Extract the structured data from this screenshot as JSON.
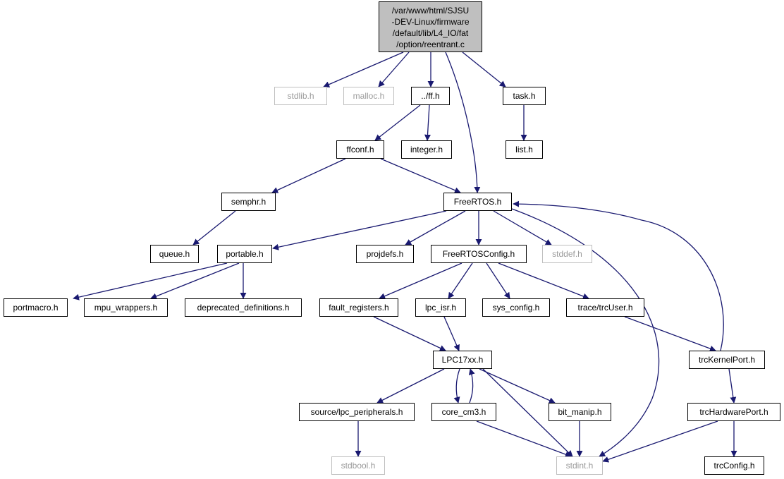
{
  "diagram": {
    "colors": {
      "edge": "#191970",
      "node_border": "#000000",
      "missing_border": "#bfbfbf",
      "missing_text": "#9a9a9a",
      "root_fill": "#bfbfbf"
    },
    "root": {
      "lines": [
        "/var/www/html/SJSU",
        "-DEV-Linux/firmware",
        "/default/lib/L4_IO/fat",
        "/option/reentrant.c"
      ]
    },
    "nodes": {
      "stdlib": "stdlib.h",
      "malloc": "malloc.h",
      "ff": "../ff.h",
      "task": "task.h",
      "ffconf": "ffconf.h",
      "integer": "integer.h",
      "list": "list.h",
      "semphr": "semphr.h",
      "freertos": "FreeRTOS.h",
      "queue": "queue.h",
      "portable": "portable.h",
      "projdefs": "projdefs.h",
      "freertosconfig": "FreeRTOSConfig.h",
      "stddef": "stddef.h",
      "portmacro": "portmacro.h",
      "mpu_wrappers": "mpu_wrappers.h",
      "deprecated": "deprecated_definitions.h",
      "fault_registers": "fault_registers.h",
      "lpc_isr": "lpc_isr.h",
      "sys_config": "sys_config.h",
      "trcuser": "trace/trcUser.h",
      "lpc17xx": "LPC17xx.h",
      "trckernelport": "trcKernelPort.h",
      "lpc_peripherals": "source/lpc_peripherals.h",
      "core_cm3": "core_cm3.h",
      "bit_manip": "bit_manip.h",
      "trchardwareport": "trcHardwarePort.h",
      "stdbool": "stdbool.h",
      "stdint": "stdint.h",
      "trcconfig": "trcConfig.h"
    }
  }
}
